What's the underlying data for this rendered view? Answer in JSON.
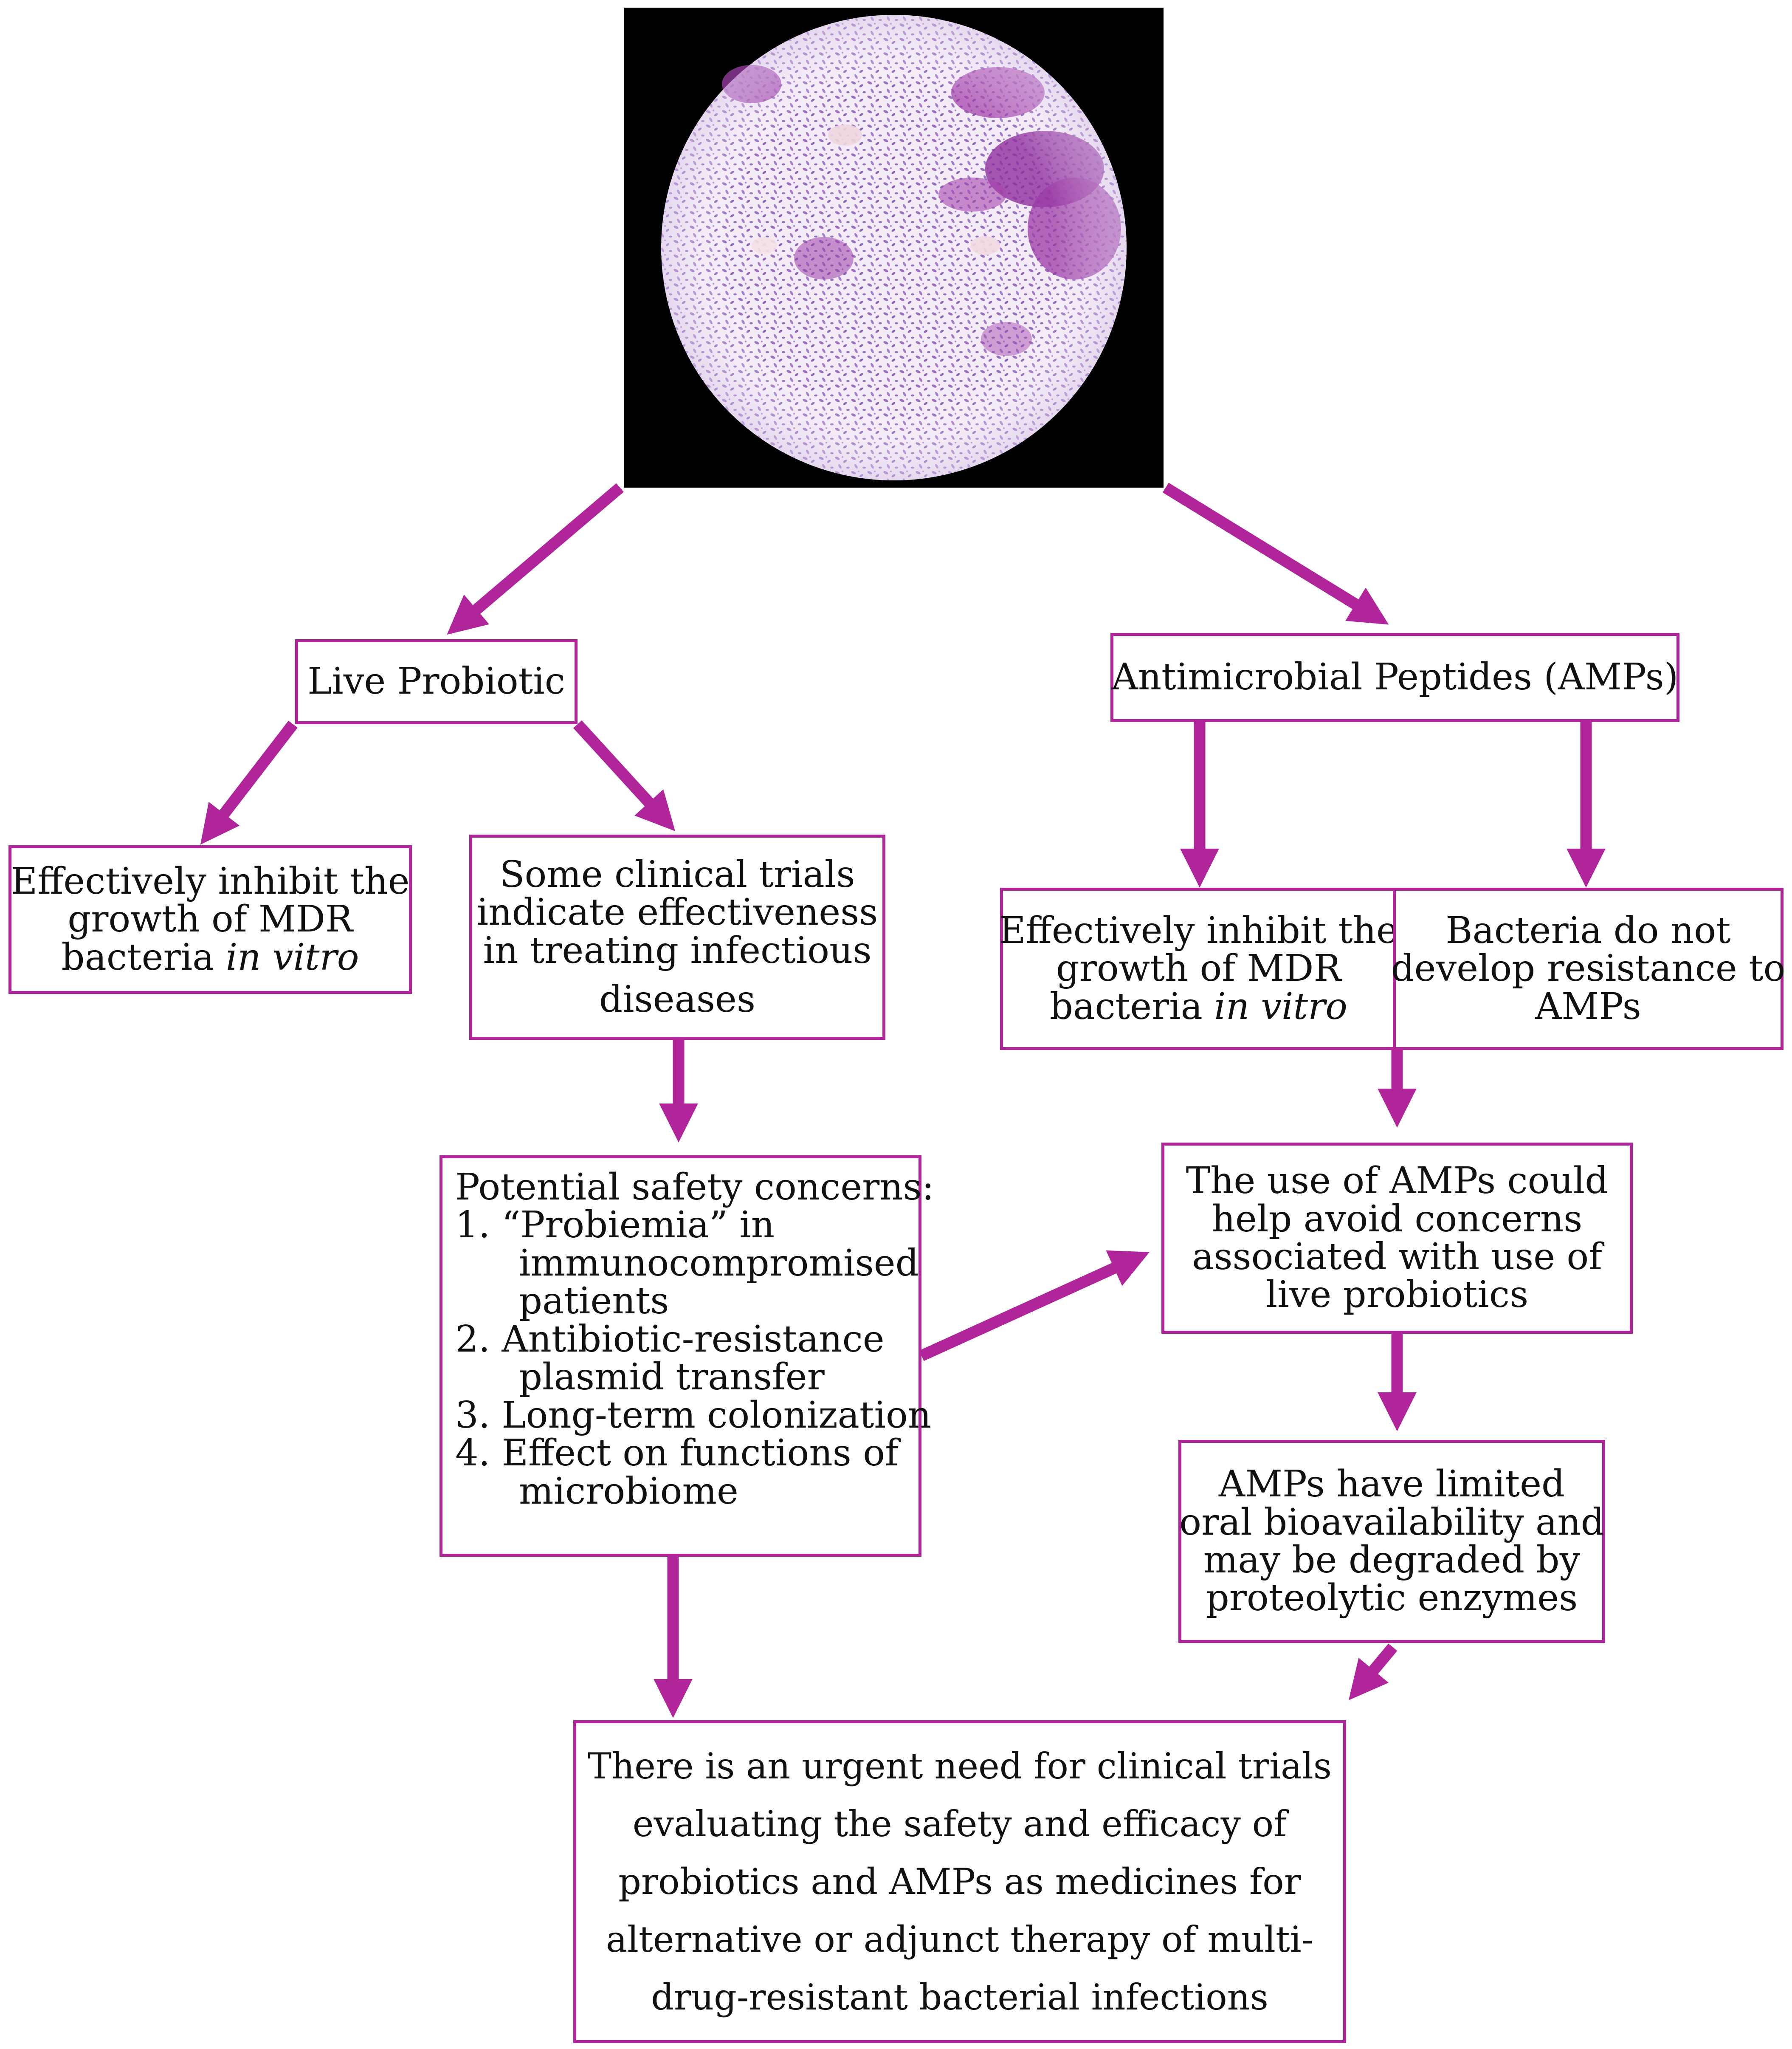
{
  "diagram": {
    "accent_color": "#b0259a",
    "image": {
      "icon": "microscope-bacteria-image"
    },
    "live_probiotic": {
      "label": "Live Probiotic"
    },
    "amps": {
      "label": "Antimicrobial Peptides (AMPs)"
    },
    "probiotic_inhibit": {
      "line1": "Effectively inhibit the",
      "line2": "growth of MDR",
      "line3_plain": "bacteria ",
      "line3_italic": "in vitro"
    },
    "clinical_trials": {
      "line1": "Some clinical trials",
      "line2": "indicate effectiveness",
      "line3": "in treating infectious",
      "line4": "diseases"
    },
    "amp_inhibit": {
      "line1": "Effectively inhibit the",
      "line2": "growth of MDR",
      "line3_plain": "bacteria ",
      "line3_italic": "in vitro"
    },
    "no_resistance": {
      "line1": "Bacteria do not",
      "line2": "develop resistance to",
      "line3": "AMPs"
    },
    "safety": {
      "heading": "Potential safety concerns:",
      "items": [
        {
          "first": "1. “Probiemia” in",
          "rest": [
            "immunocompromised",
            "patients"
          ]
        },
        {
          "first": "2. Antibiotic-resistance",
          "rest": [
            "plasmid transfer"
          ]
        },
        {
          "first": "3. Long-term colonization",
          "rest": []
        },
        {
          "first": "4. Effect on functions of",
          "rest": [
            "microbiome"
          ]
        }
      ]
    },
    "amp_use": {
      "line1": "The use of AMPs could",
      "line2": "help avoid concerns",
      "line3": "associated with use of",
      "line4": "live probiotics"
    },
    "amp_limits": {
      "line1": "AMPs have limited",
      "line2": "oral bioavailability and",
      "line3": "may be degraded by",
      "line4": "proteolytic enzymes"
    },
    "conclusion": {
      "line1": "There is an urgent need for clinical trials",
      "line2": "evaluating the safety and efficacy of",
      "line3": "probiotics and AMPs as medicines for",
      "line4": "alternative or adjunct therapy of multi-",
      "line5": "drug-resistant bacterial infections"
    }
  }
}
